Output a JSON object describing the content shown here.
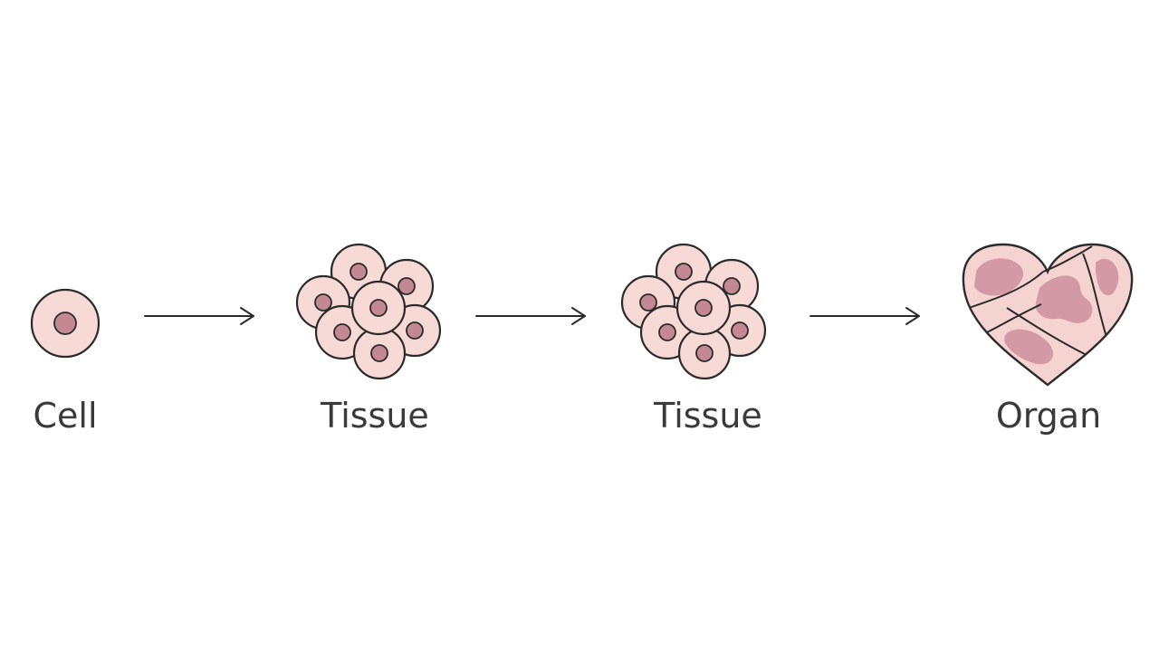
{
  "colors": {
    "background": "#ffffff",
    "outline": "#2b2b2b",
    "cell_fill": "#f7d9d5",
    "nucleus_fill": "#c48893",
    "organ_fill": "#f5d3d0",
    "organ_patch": "#cc8e9c",
    "label_text": "#3a3a3a"
  },
  "stages": [
    {
      "label": "Cell",
      "icon": "single-cell-icon"
    },
    {
      "label": "Tissue",
      "icon": "cell-cluster-icon"
    },
    {
      "label": "Tissue",
      "icon": "cell-cluster-icon"
    },
    {
      "label": "Organ",
      "icon": "heart-organ-icon"
    }
  ],
  "arrows": [
    {
      "icon": "right-arrow-icon"
    },
    {
      "icon": "right-arrow-icon"
    },
    {
      "icon": "right-arrow-icon"
    }
  ]
}
